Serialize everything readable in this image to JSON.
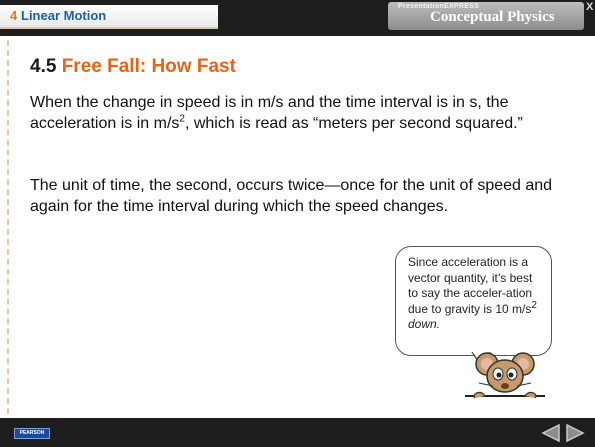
{
  "header": {
    "chapter_number": "4",
    "chapter_title": "Linear Motion",
    "brand_small": "PresentationEXPRESS",
    "brand_big": "Conceptual Physics",
    "close_label": "X"
  },
  "slide": {
    "section_number": "4.5",
    "section_title": "Free Fall: How Fast",
    "paragraph1": {
      "part1": "When the change in speed is in m/s and the time interval is in s, the acceleration is in m/s",
      "sup": "2",
      "part2": ", which is read as “meters per second squared.”"
    },
    "paragraph2": "The unit of time, the second, occurs twice—once for the unit of speed and again for the time interval during which the speed changes.",
    "bubble": {
      "text1": "Since acceleration is a vector quantity, it’s best to say the acceler-ation due to gravity is 10 m/s",
      "sup": "2",
      "italic": "down."
    }
  },
  "footer": {
    "publisher": "PEARSON",
    "prev_icon": "triangle-left-icon",
    "next_icon": "triangle-right-icon"
  },
  "colors": {
    "accent": "#e3641b",
    "chapter_title": "#1d5fa8",
    "bar": "#1e1e1e"
  }
}
